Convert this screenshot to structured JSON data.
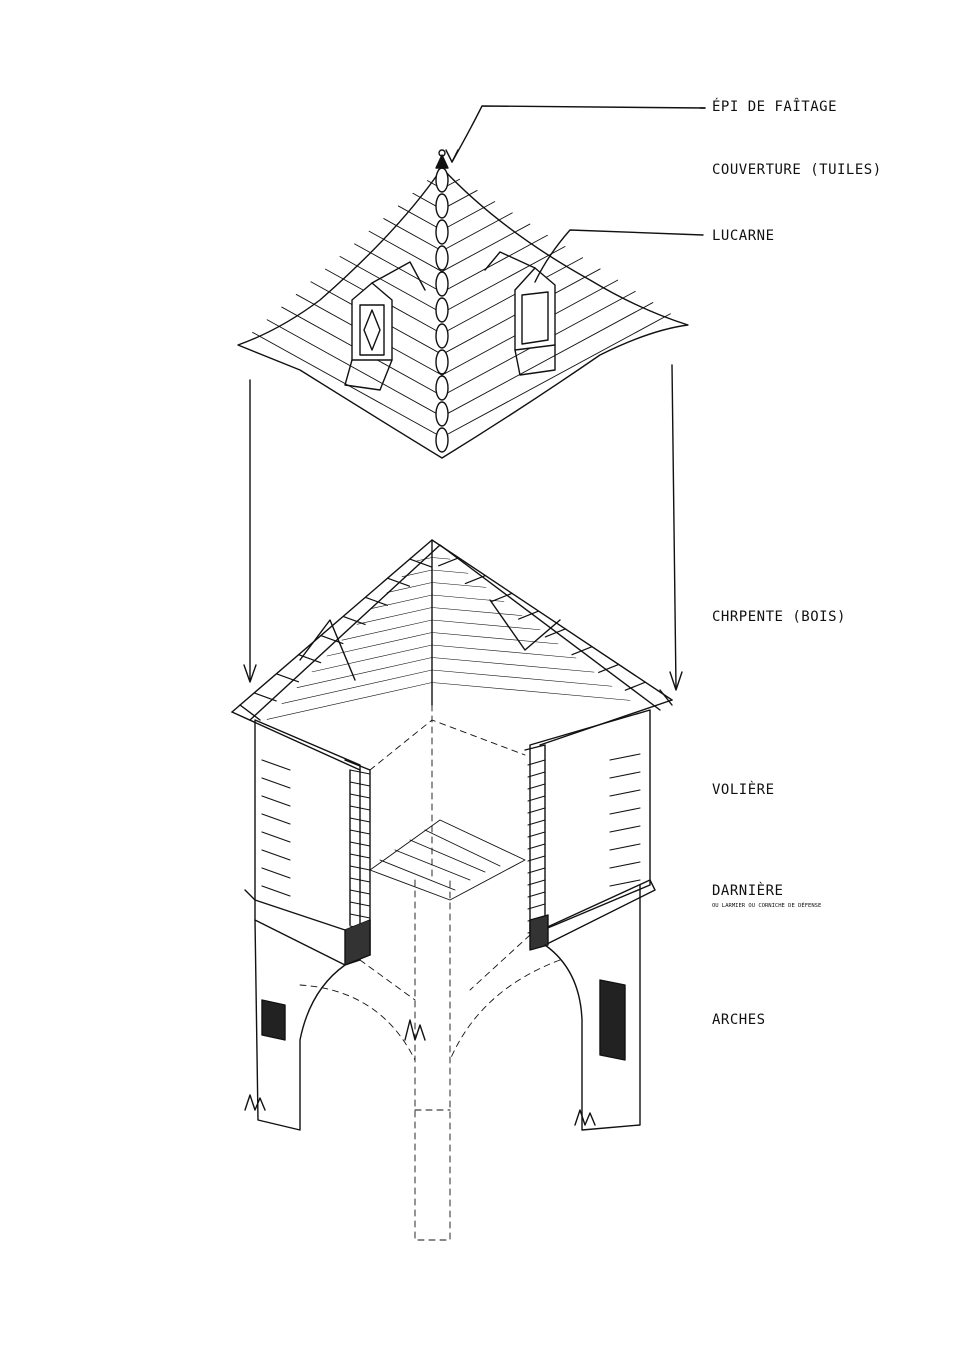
{
  "labels": {
    "finial": "ÉPI DE FAÎTAGE",
    "roofing": "COUVERTURE (TUILES)",
    "dormer": "LUCARNE",
    "framework": "CHRPENTE (BOIS)",
    "aviary": "VOLIÈRE",
    "cornice": "DARNIÈRE",
    "cornice_sub": "OU LARMIER OU CORNICHE DE DÉFENSE",
    "arches": "ARCHES"
  }
}
